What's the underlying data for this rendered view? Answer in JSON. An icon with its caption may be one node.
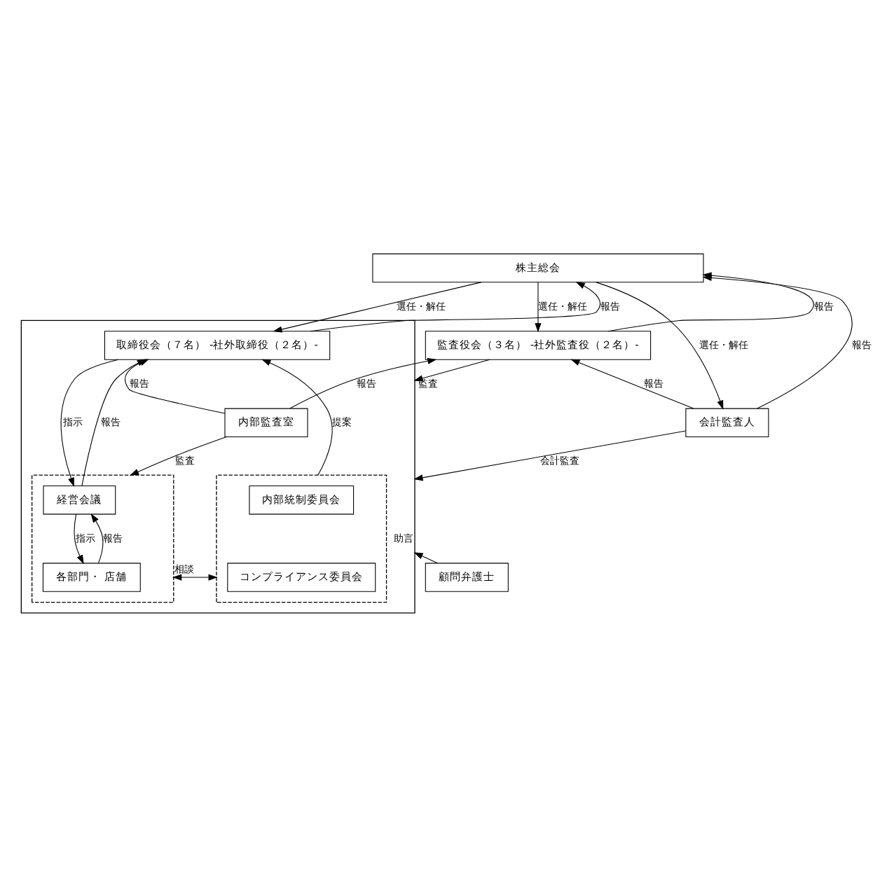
{
  "diagram": {
    "nodes": [
      {
        "text": [
          "株主総会"
        ]
      },
      {
        "text": [],
        "shape": "box"
      },
      {
        "text": [
          "取締役会（７名） -社外取締役（２名）-"
        ],
        "in": 1
      },
      {
        "text": [],
        "shape": "box",
        "in": 1
      },
      {
        "text": [
          "経営会議"
        ],
        "in": 3
      },
      {
        "text": [
          "各部門・ 店舗"
        ],
        "in": 3
      },
      {
        "text": [
          "内部監査室"
        ],
        "in": 1
      },
      {
        "text": [],
        "shape": "box",
        "in": 1
      },
      {
        "text": [
          "内部統制委員会"
        ],
        "in": 7
      },
      {
        "text": [
          "コンプライアンス委員会"
        ],
        "in": 7
      },
      {
        "text": [
          "監査役会（３名） -社外監査役（２名）-"
        ]
      },
      {
        "text": [
          "会計監査人"
        ]
      },
      {
        "text": [
          "顧問弁護士"
        ]
      }
    ],
    "edges": [
      {
        "from": 0,
        "to": 2,
        "arrow": "to",
        "label": "選任・解任"
      },
      {
        "from": 2,
        "to": 0,
        "arrow": "to",
        "label": "報告"
      },
      {
        "from": 0,
        "to": 10,
        "arrow": "to",
        "label": "選任・解任"
      },
      {
        "from": 10,
        "to": 0,
        "arrow": "to",
        "label": "報告"
      },
      {
        "from": 0,
        "to": 11,
        "arrow": "to",
        "label": "選任・解任"
      },
      {
        "from": 11,
        "to": 0,
        "arrow": "to",
        "label": "報告"
      },
      {
        "from": 10,
        "to": 1,
        "arrow": "to",
        "label": "監査"
      },
      {
        "from": 2,
        "to": 4,
        "arrow": "to",
        "label": "指示"
      },
      {
        "from": 4,
        "to": 2,
        "arrow": "to",
        "label": "報告"
      },
      {
        "from": 6,
        "to": 2,
        "arrow": "to",
        "label": "報告"
      },
      {
        "from": 7,
        "to": 2,
        "arrow": "to",
        "label": "提案"
      },
      {
        "from": 6,
        "to": 10,
        "arrow": "to",
        "label": "報告"
      },
      {
        "from": 6,
        "to": 3,
        "arrow": "to",
        "label": "監査"
      },
      {
        "from": 11,
        "to": 10,
        "arrow": "to",
        "label": "報告"
      },
      {
        "from": 11,
        "to": 1,
        "arrow": "to",
        "label": "会計監査"
      },
      {
        "from": 4,
        "to": 5,
        "arrow": "to",
        "label": "指示"
      },
      {
        "from": 5,
        "to": 4,
        "arrow": "to",
        "label": "報告"
      },
      {
        "from": 3,
        "to": 7,
        "arrow": "both",
        "label": "相談"
      },
      {
        "from": 12,
        "to": 1,
        "arrow": "to",
        "label": "助言"
      }
    ]
  }
}
